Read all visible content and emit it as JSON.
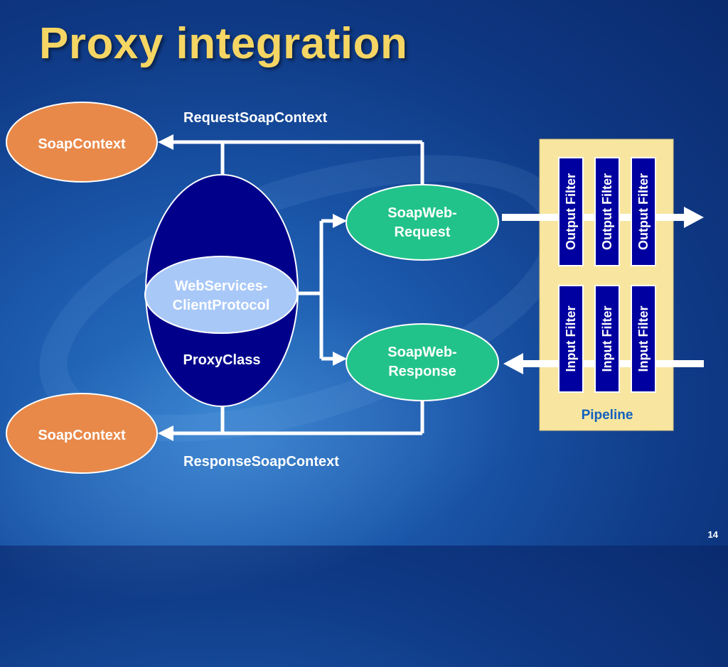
{
  "slide": {
    "title": "Proxy integration",
    "page_number": "14"
  },
  "diagram": {
    "soap_context_top": "SoapContext",
    "soap_context_bottom": "SoapContext",
    "request_soap_context": "RequestSoapContext",
    "response_soap_context": "ResponseSoapContext",
    "proxy_class": "ProxyClass",
    "client_protocol_line1": "WebServices-",
    "client_protocol_line2": "ClientProtocol",
    "web_request_line1": "SoapWeb-",
    "web_request_line2": "Request",
    "web_response_line1": "SoapWeb-",
    "web_response_line2": "Response",
    "output_filters": [
      "Output Filter",
      "Output Filter",
      "Output Filter"
    ],
    "input_filters": [
      "Input Filter",
      "Input Filter",
      "Input Filter"
    ],
    "pipeline": "Pipeline"
  },
  "colors": {
    "title": "#f5d563",
    "soap_context_fill": "#e8894a",
    "proxy_fill": "#00008b",
    "client_protocol_fill": "#a8c8f8",
    "web_ellipse_fill": "#22c38a",
    "pipeline_fill": "#f8e6a0",
    "filter_fill": "#0000a0",
    "connector": "#ffffff"
  }
}
